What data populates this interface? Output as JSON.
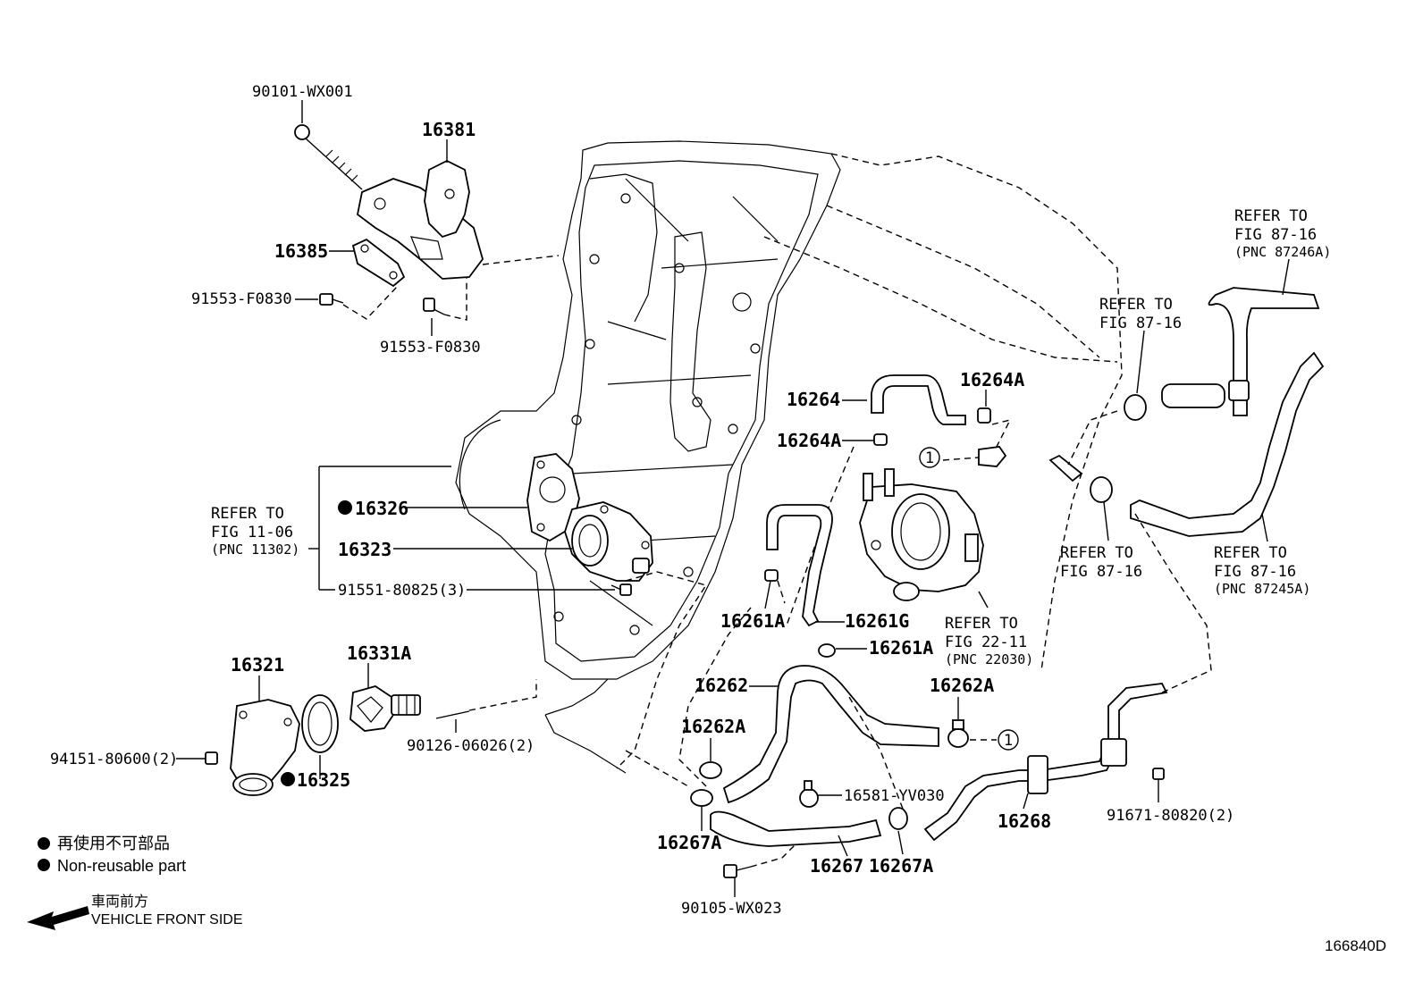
{
  "labels": {
    "p90101": "90101-WX001",
    "p16381": "16381",
    "p16385": "16385",
    "p91553a": "91553-F0830",
    "p91553b": "91553-F0830",
    "refer_fig_11_06_l1": "REFER TO",
    "refer_fig_11_06_l2": "FIG 11-06",
    "refer_fig_11_06_l3": "(PNC 11302)",
    "p16326": "16326",
    "p16323": "16323",
    "p91551": "91551-80825(3)",
    "p16321": "16321",
    "p16331a": "16331A",
    "p94151": "94151-80600(2)",
    "p16325": "16325",
    "p90126": "90126-06026(2)",
    "p16264": "16264",
    "p16264a_top": "16264A",
    "p16264a_left": "16264A",
    "circle1a": "1",
    "circle1b": "1",
    "p16261a_left": "16261A",
    "p16261g": "16261G",
    "p16261a_right": "16261A",
    "refer_fig_22_11_l1": "REFER TO",
    "refer_fig_22_11_l2": "FIG 22-11",
    "refer_fig_22_11_l3": "(PNC 22030)",
    "p16262": "16262",
    "p16262a_right": "16262A",
    "p16262a_left": "16262A",
    "p16581": "16581-YV030",
    "p16267a_left": "16267A",
    "p16267": "16267",
    "p16267a_right": "16267A",
    "p16268": "16268",
    "p91671": "91671-80820(2)",
    "p90105": "90105-WX023",
    "refer_87_16_a_l1": "REFER TO",
    "refer_87_16_a_l2": "FIG 87-16",
    "refer_87_16_a_l3": "(PNC 87246A)",
    "refer_87_16_b_l1": "REFER TO",
    "refer_87_16_b_l2": "FIG 87-16",
    "refer_87_16_c_l1": "REFER TO",
    "refer_87_16_c_l2": "FIG 87-16",
    "refer_87_16_d_l1": "REFER TO",
    "refer_87_16_d_l2": "FIG 87-16",
    "refer_87_16_d_l3": "(PNC 87245A)"
  },
  "legend": {
    "non_reusable_jp": "再使用不可部品",
    "non_reusable_en": "Non-reusable part",
    "front_jp": "車両前方",
    "front_en": "VEHICLE FRONT SIDE"
  },
  "figure_id": "166840D"
}
